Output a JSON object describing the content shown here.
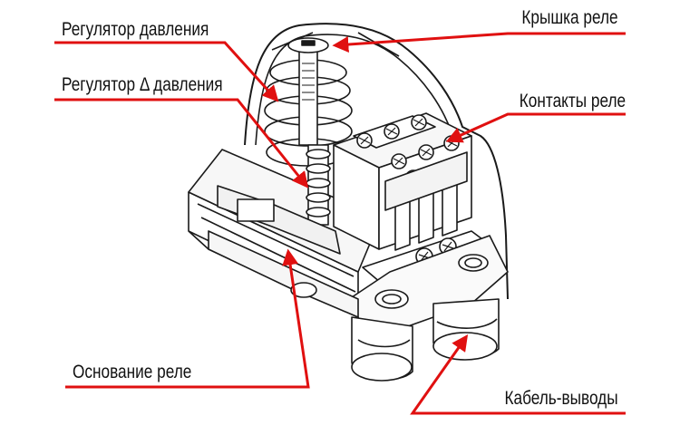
{
  "colors": {
    "leader": "#e01010",
    "ink": "#111111",
    "bg": "#ffffff"
  },
  "labels": {
    "pressure_regulator": "Регулятор давления",
    "delta_regulator": "Регулятор Δ давления",
    "relay_base": "Основание реле",
    "relay_cover": "Крышка реле",
    "relay_contacts": "Контакты реле",
    "cable_outlets": "Кабель-выводы"
  }
}
